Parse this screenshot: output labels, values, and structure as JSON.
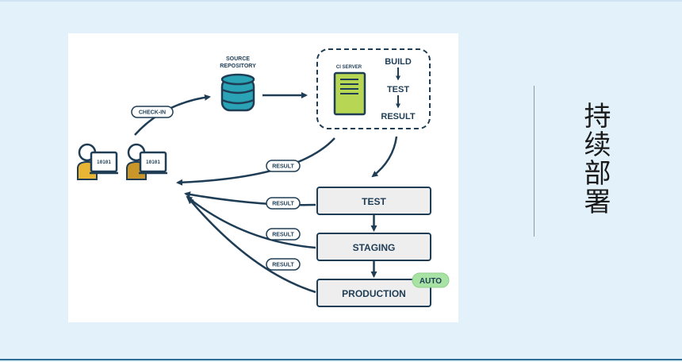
{
  "slide": {
    "title": "持续部署",
    "colors": {
      "background": "#e3f1fb",
      "primary": "#1f3d55",
      "database": "#2aa3b6",
      "server": "#b7d654",
      "auto_badge": "#a8e2a4"
    }
  },
  "diagram": {
    "source_repository": {
      "line1": "SOURCE",
      "line2": "REPOSITORY",
      "icon": "database-icon"
    },
    "check_in_label": "CHECK-IN",
    "ci": {
      "server_label": "CI SERVER",
      "icon": "server-icon",
      "steps": [
        "BUILD",
        "TEST",
        "RESULT"
      ]
    },
    "developers": [
      {
        "code": "10101",
        "icon": "developer-laptop-icon"
      },
      {
        "code": "10101",
        "icon": "developer-laptop-icon"
      }
    ],
    "result_label": "RESULT",
    "stages": [
      "TEST",
      "STAGING",
      "PRODUCTION"
    ],
    "auto_badge": "AUTO"
  }
}
